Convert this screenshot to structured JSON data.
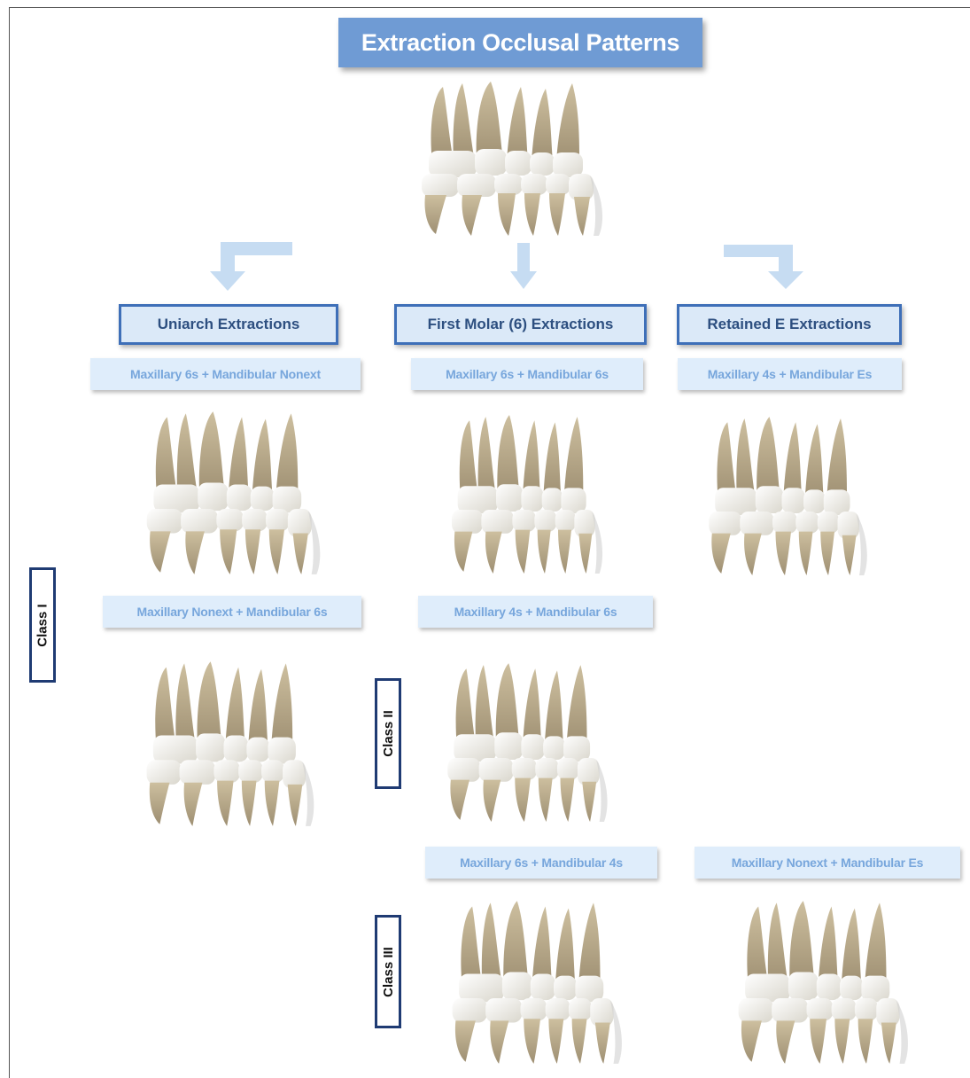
{
  "title": "Extraction Occlusal Patterns",
  "headers": {
    "uniarch": "Uniarch Extractions",
    "first_molar": "First Molar (6) Extractions",
    "retained_e": "Retained E Extractions"
  },
  "labels": {
    "uniarch_1": "Maxillary 6s + Mandibular Nonext",
    "uniarch_2": "Maxillary Nonext + Mandibular 6s",
    "molar_1": "Maxillary 6s + Mandibular 6s",
    "molar_2": "Maxillary 4s + Mandibular 6s",
    "molar_3": "Maxillary 6s + Mandibular 4s",
    "retained_1": "Maxillary 4s + Mandibular Es",
    "retained_2": "Maxillary Nonext + Mandibular Es"
  },
  "classes": {
    "class1": "Class I",
    "class2": "Class II",
    "class3": "Class  III"
  },
  "colors": {
    "title_bg": "#6f9bd4",
    "header_border": "#3e6fb8",
    "label_text": "#77a6dc",
    "arrow": "#c6dcf2"
  }
}
